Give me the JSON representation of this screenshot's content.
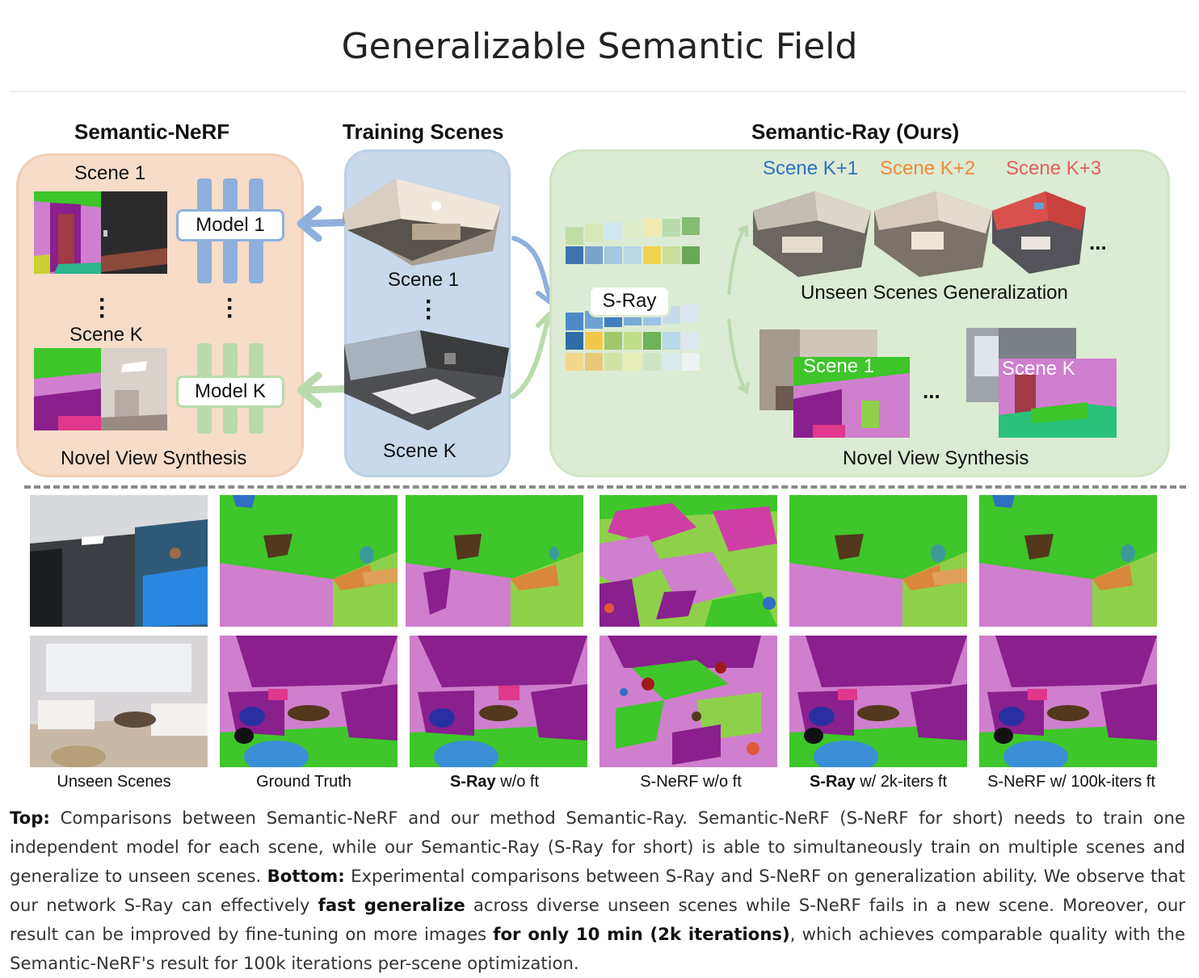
{
  "page": {
    "title": "Generalizable Semantic Field"
  },
  "figure": {
    "left_panel": {
      "header": "Semantic-NeRF",
      "scene_1": "Scene 1",
      "scene_k": "Scene K",
      "model_1": "Model 1",
      "model_k": "Model K",
      "footer": "Novel View Synthesis"
    },
    "middle_panel": {
      "header": "Training Scenes",
      "scene_1": "Scene 1",
      "scene_k": "Scene K"
    },
    "right_panel": {
      "header": "Semantic-Ray (Ours)",
      "scene_k1": "Scene K+1",
      "scene_k2": "Scene K+2",
      "scene_k3": "Scene K+3",
      "ellipsis": "...",
      "unseen_label": "Unseen Scenes Generalization",
      "sray_label": "S-Ray",
      "nvs_scene_1": "Scene 1",
      "nvs_scene_k": "Scene K",
      "nvs_footer": "Novel View Synthesis"
    },
    "grid_columns": [
      {
        "bold": "",
        "text": "Unseen Scenes"
      },
      {
        "bold": "",
        "text": "Ground Truth"
      },
      {
        "bold": "S-Ray",
        "text": " w/o ft"
      },
      {
        "bold": "",
        "text": "S-NeRF w/o ft"
      },
      {
        "bold": "S-Ray",
        "text": " w/ 2k-iters ft"
      },
      {
        "bold": "",
        "text": "S-NeRF w/ 100k-iters ft"
      }
    ],
    "colors": {
      "left_panel_bg": "#f7dcc8",
      "middle_panel_bg": "#c9d8ea",
      "right_panel_bg": "#dcebd3",
      "model1_blue": "#8fb0dc",
      "modelk_green": "#b9dbab",
      "scene_k1": "#2f6fc4",
      "scene_k2": "#ee8a3a",
      "scene_k3": "#e0605c",
      "sem_green": "#3ec62a",
      "sem_pink": "#cf7fcd",
      "sem_purple": "#8a1f8e",
      "sem_lime": "#8fd04a"
    }
  },
  "caption": {
    "p1_bold": "Top:",
    "p1": " Comparisons between Semantic-NeRF and our method Semantic-Ray. Semantic-NeRF (S-NeRF for short) needs to train one independent model for each scene, while our Semantic-Ray (S-Ray for short) is able to simultaneously train on multiple scenes and generalize to unseen scenes. ",
    "p2_bold": "Bottom:",
    "p2": " Experimental comparisons between S-Ray and S-NeRF on generalization ability. We observe that our network S-Ray can effectively ",
    "p3_bold": "fast generalize",
    "p3": " across diverse unseen scenes while S-NeRF fails in a new scene. Moreover, our result can be improved by fine-tuning on more images ",
    "p4_bold": "for only 10 min (2k iterations)",
    "p4": ", which achieves comparable quality with the Semantic-NeRF's result for 100k iterations per-scene optimization."
  }
}
